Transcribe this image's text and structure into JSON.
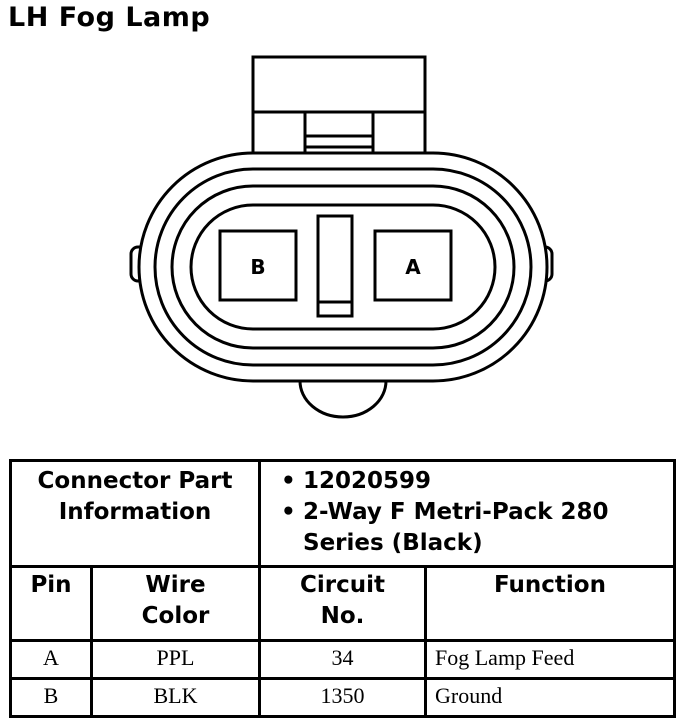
{
  "title": "LH Fog Lamp",
  "connector": {
    "cavity_b": "B",
    "cavity_a": "A"
  },
  "table": {
    "part_info_label_line1": "Connector Part",
    "part_info_label_line2": "Information",
    "bullet": "•",
    "part_number": "12020599",
    "description_line1": "2-Way F Metri-Pack 280",
    "description_line2": "Series (Black)",
    "headers": {
      "pin": "Pin",
      "wire_color_line1": "Wire",
      "wire_color_line2": "Color",
      "circuit_line1": "Circuit",
      "circuit_line2": "No.",
      "function": "Function"
    },
    "rows": [
      {
        "pin": "A",
        "wire_color": "PPL",
        "circuit": "34",
        "function": "Fog Lamp Feed"
      },
      {
        "pin": "B",
        "wire_color": "BLK",
        "circuit": "1350",
        "function": "Ground"
      }
    ]
  }
}
